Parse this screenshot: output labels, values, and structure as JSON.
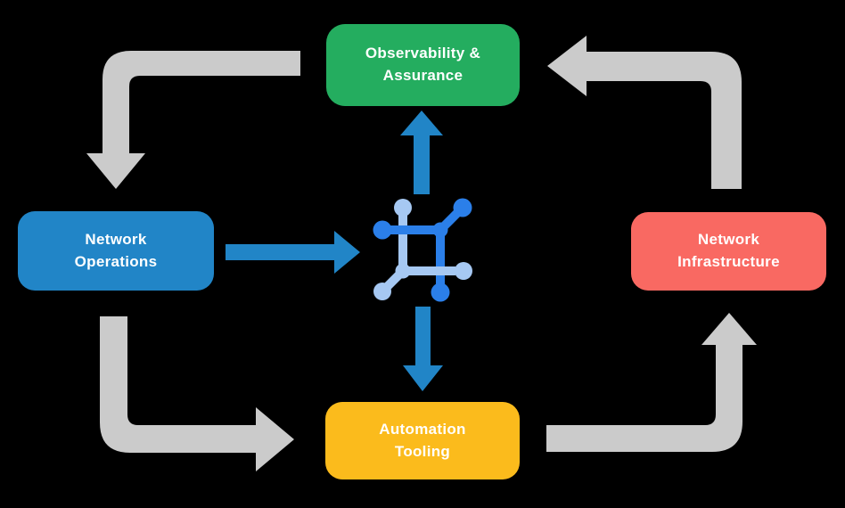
{
  "diagram": {
    "background_color": "#000000",
    "nodes": [
      {
        "id": "observability",
        "label": "Observability & Assurance",
        "line1": "Observability &",
        "line2": "Assurance",
        "color": "#24AD5F"
      },
      {
        "id": "operations",
        "label": "Network Operations",
        "line1": "Network",
        "line2": "Operations",
        "color": "#2185C7"
      },
      {
        "id": "infrastructure",
        "label": "Network Infrastructure",
        "line1": "Network",
        "line2": "Infrastructure",
        "color": "#F96962"
      },
      {
        "id": "automation",
        "label": "Automation Tooling",
        "line1": "Automation",
        "line2": "Tooling",
        "color": "#FBBB1C"
      }
    ],
    "center_icon": {
      "name": "network-nodes-icon",
      "dark_blue": "#2B7FE9",
      "light_blue": "#A6C8F2"
    },
    "flows": {
      "cycle_arrows": [
        {
          "from": "observability",
          "to": "operations",
          "color": "#CBCBCB"
        },
        {
          "from": "operations",
          "to": "automation",
          "color": "#CBCBCB"
        },
        {
          "from": "automation",
          "to": "infrastructure",
          "color": "#CBCBCB"
        },
        {
          "from": "infrastructure",
          "to": "observability",
          "color": "#CBCBCB"
        }
      ],
      "center_arrows": [
        {
          "from": "operations",
          "to": "center-icon",
          "color": "#2185C7"
        },
        {
          "from": "center-icon",
          "to": "observability",
          "color": "#2185C7"
        },
        {
          "from": "center-icon",
          "to": "automation",
          "color": "#2185C7"
        }
      ]
    }
  }
}
